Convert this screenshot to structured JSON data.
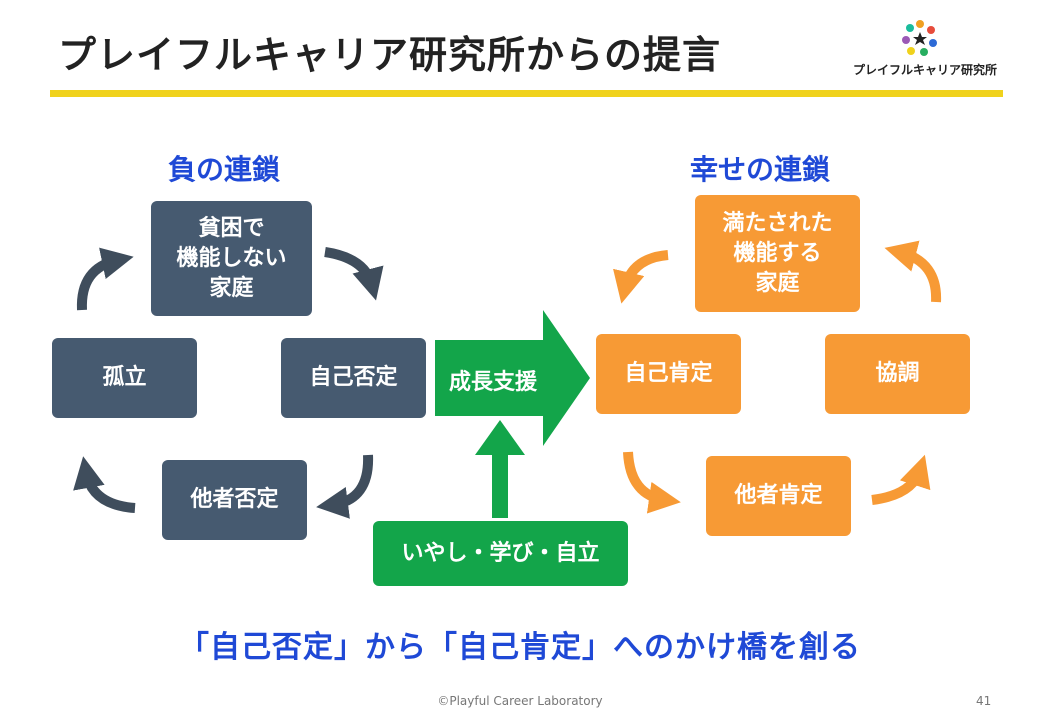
{
  "title": "プレイフルキャリア研究所からの提言",
  "logo": {
    "text": "プレイフルキャリア研究所"
  },
  "left": {
    "heading": "負の連鎖",
    "top": "貧困で\n機能しない\n家庭",
    "left": "孤立",
    "right": "自己否定",
    "bottom": "他者否定"
  },
  "right": {
    "heading": "幸せの連鎖",
    "top": "満たされた\n機能する\n家庭",
    "left": "自己肯定",
    "right": "協調",
    "bottom": "他者肯定"
  },
  "center": {
    "arrow_label": "成長支援",
    "support_label": "いやし・学び・自立"
  },
  "slogan": "「自己否定」から「自己肯定」へのかけ橋を創る",
  "footer": "©Playful Career Laboratory",
  "page_number": "41",
  "colors": {
    "dark_box": "#465a70",
    "orange_box": "#f79a35",
    "green": "#13a54a",
    "heading_blue": "#1f49d6",
    "rule_yellow": "#f0d21c"
  }
}
